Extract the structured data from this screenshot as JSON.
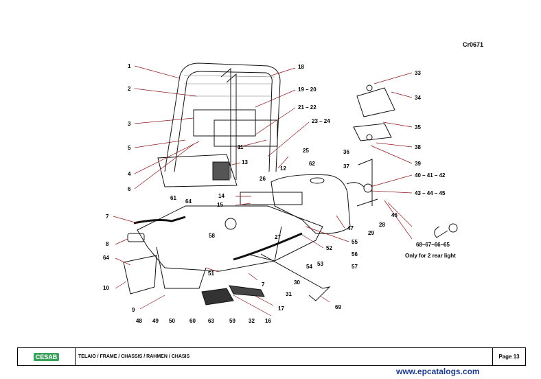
{
  "header": {
    "code": "Cr0671"
  },
  "callouts": {
    "c1": "1",
    "c2": "2",
    "c3": "3",
    "c5": "5",
    "c4": "4",
    "c6": "6",
    "c61": "61",
    "c64a": "64",
    "c18": "18",
    "c1920": "19 – 20",
    "c2122": "21 – 22",
    "c2324": "23 – 24",
    "c11": "11",
    "c13": "13",
    "c12": "12",
    "c25": "25",
    "c62": "62",
    "c36": "36",
    "c37": "37",
    "c26": "26",
    "c14": "14",
    "c15": "15",
    "c33": "33",
    "c34": "34",
    "c35": "35",
    "c38": "38",
    "c39": "39",
    "c404142": "40 – 41 – 42",
    "c434445": "43 – 44 – 45",
    "c46": "46",
    "c28": "28",
    "c29": "29",
    "c47": "47",
    "c27": "27",
    "c55": "55",
    "c56": "56",
    "c57": "57",
    "c52": "52",
    "c53": "53",
    "c54": "54",
    "c58": "58",
    "c7a": "7",
    "c8": "8",
    "c64b": "64",
    "c10": "10",
    "c51": "51",
    "c30": "30",
    "c31": "31",
    "c7b": "7",
    "c17": "17",
    "c16": "16",
    "c32": "32",
    "c59": "59",
    "c63": "63",
    "c60": "60",
    "c50": "50",
    "c49": "49",
    "c48": "48",
    "c9": "9",
    "c69": "69",
    "c68": "68–67–66–65"
  },
  "note": "Only for 2 rear light",
  "footer": {
    "logo": "CESAB",
    "title": "TELAIO / FRAME / CHASSIS / RAHMEN / CHASIS",
    "page": "Page 13"
  },
  "watermark": "www.epcatalogs.com"
}
